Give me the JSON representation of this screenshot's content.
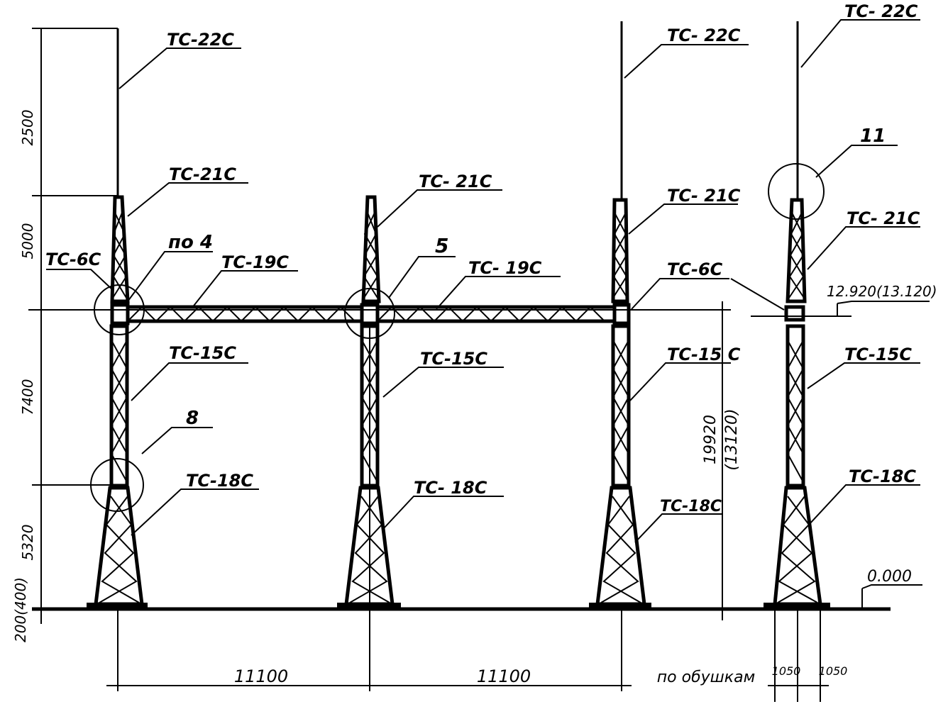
{
  "tower_marks": {
    "mast_top": "TC-22C",
    "mast_top_b": "TC- 22C",
    "upper_section": "TC-21C",
    "upper_section_b": "TC- 21C",
    "middle_section": "TC-15C",
    "middle_section_b": "TC-15 C",
    "base_section": "TC-18C",
    "base_section_b": "TC- 18C",
    "base_section_c": "TC-18C",
    "crossbeam": "TC-19C",
    "crossbeam_b": "TC- 19C",
    "connector": "TC-6C",
    "connector_b": "TC-6C"
  },
  "node_refs": {
    "node_4": "по 4",
    "node_5": "5",
    "node_8": "8",
    "node_11": "11"
  },
  "vertical_dims": {
    "d2500": "2500",
    "d5000": "5000",
    "d7400": "7400",
    "d5320": "5320",
    "d200": "200(400)",
    "height_total": "19920",
    "height_alt": "(13120)"
  },
  "elevations": {
    "beam_level": "12.920(13.120)",
    "ground_level": "0.000"
  },
  "horizontal_dims": {
    "span_1": "11100",
    "span_2": "11100",
    "note": "по обушкам",
    "d1050a": "1050",
    "d1050b": "1050"
  }
}
